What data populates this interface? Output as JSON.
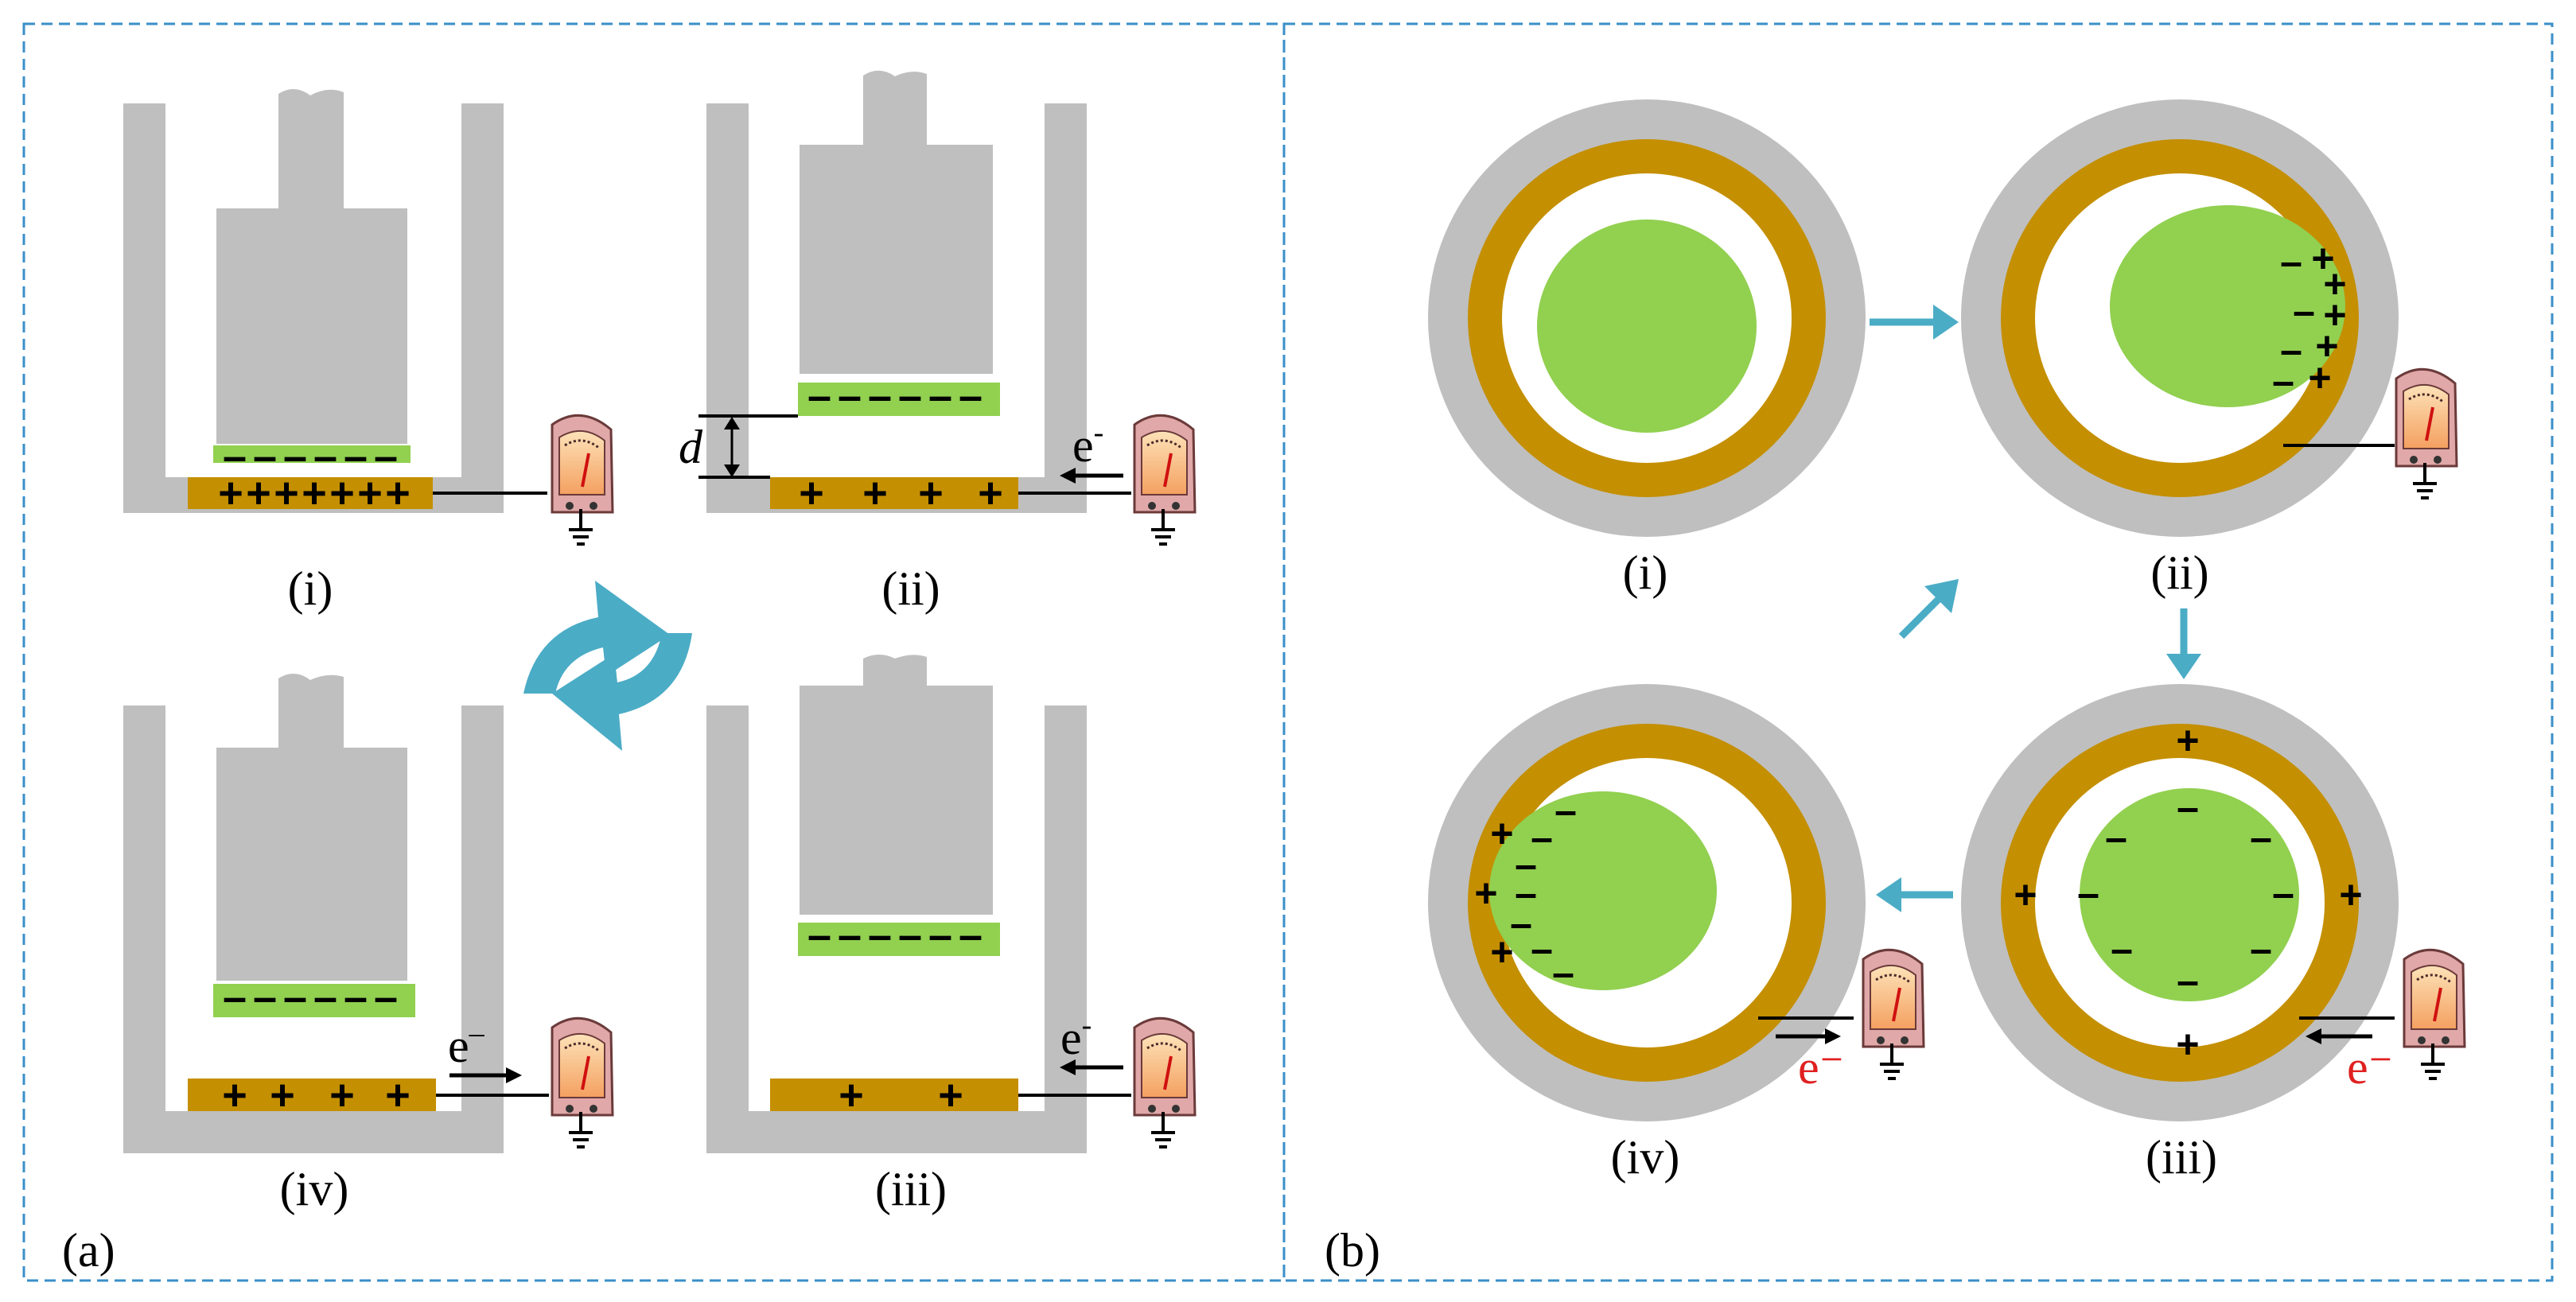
{
  "colors": {
    "grey": "#bfbfbf",
    "gold": "#c48f00",
    "green": "#92d050",
    "cyan_arrow": "#4bacc6",
    "red_text": "#e02020",
    "border": "#3a8fc8"
  },
  "panel_a": {
    "label": "(a)",
    "stages": [
      {
        "label": "(i)"
      },
      {
        "label": "(ii)",
        "electron": "e",
        "electron_sup": "-",
        "gap_label": "d"
      },
      {
        "label": "(iii)",
        "electron": "e",
        "electron_sup": "-"
      },
      {
        "label": "(iv)",
        "electron": "e",
        "electron_sup": "–"
      }
    ],
    "cycle_icon": "cycle-arrows-icon"
  },
  "panel_b": {
    "label": "(b)",
    "stages": [
      {
        "label": "(i)"
      },
      {
        "label": "(ii)"
      },
      {
        "label": "(iii)",
        "electron": "e⁻"
      },
      {
        "label": "(iv)",
        "electron": "e⁻"
      }
    ]
  },
  "symbols": {
    "plus": "+",
    "minus": "–"
  },
  "icons": [
    "electrometer-icon",
    "ground-icon"
  ]
}
